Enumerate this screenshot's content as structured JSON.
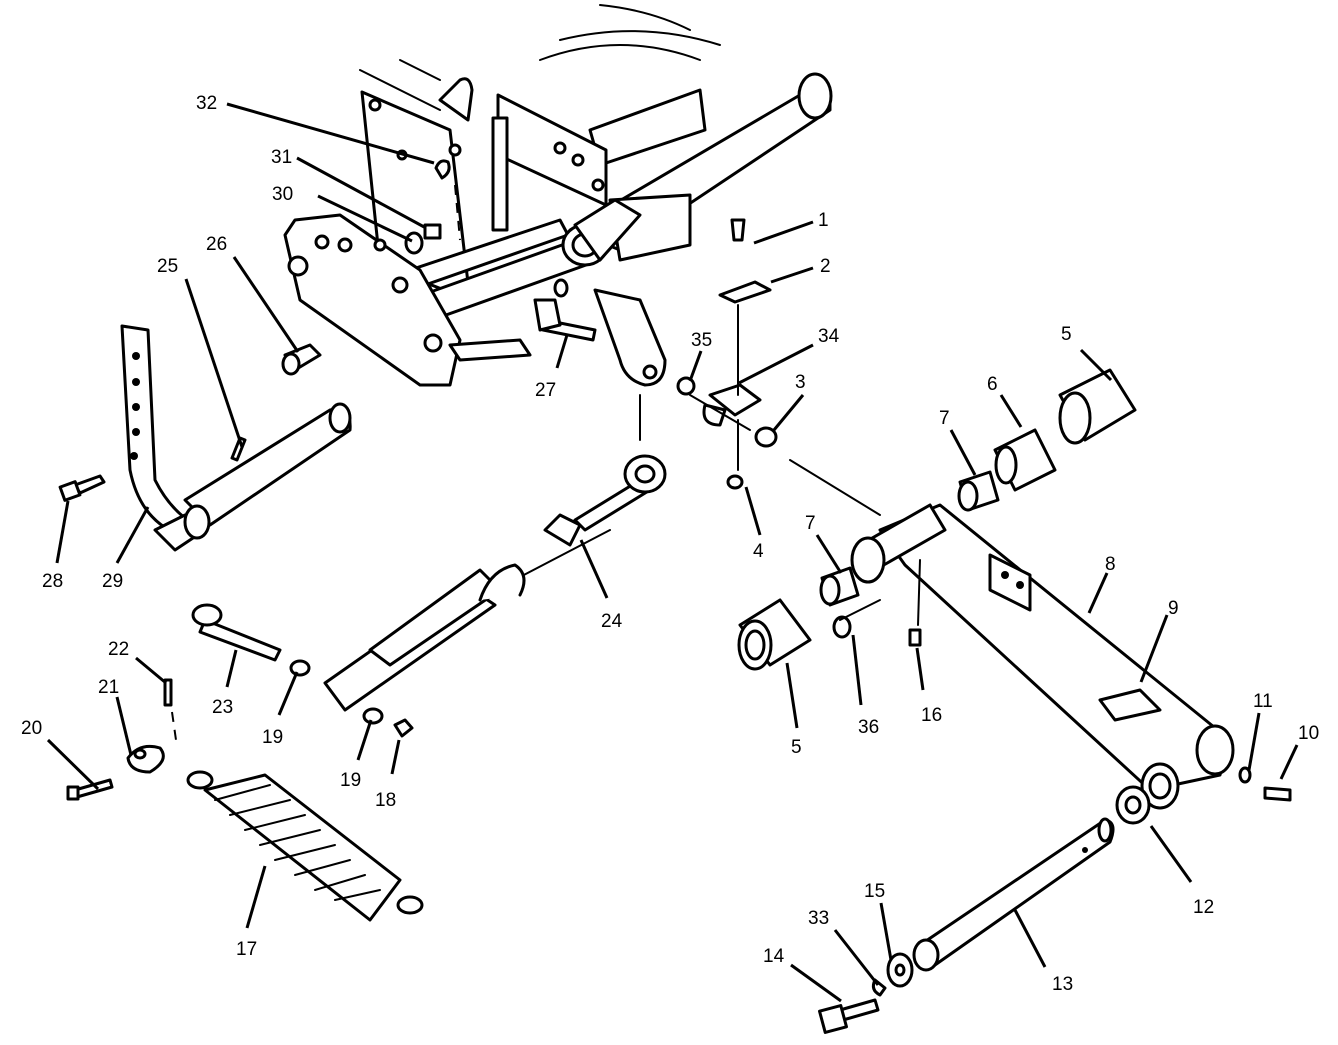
{
  "diagram": {
    "callouts": [
      {
        "id": "c1",
        "text": "1"
      },
      {
        "id": "c2",
        "text": "2"
      },
      {
        "id": "c3",
        "text": "3"
      },
      {
        "id": "c4",
        "text": "4"
      },
      {
        "id": "c5a",
        "text": "5"
      },
      {
        "id": "c5b",
        "text": "5"
      },
      {
        "id": "c6",
        "text": "6"
      },
      {
        "id": "c7a",
        "text": "7"
      },
      {
        "id": "c7b",
        "text": "7"
      },
      {
        "id": "c8",
        "text": "8"
      },
      {
        "id": "c9",
        "text": "9"
      },
      {
        "id": "c10",
        "text": "10"
      },
      {
        "id": "c11",
        "text": "11"
      },
      {
        "id": "c12",
        "text": "12"
      },
      {
        "id": "c13",
        "text": "13"
      },
      {
        "id": "c14",
        "text": "14"
      },
      {
        "id": "c15",
        "text": "15"
      },
      {
        "id": "c16",
        "text": "16"
      },
      {
        "id": "c17",
        "text": "17"
      },
      {
        "id": "c18",
        "text": "18"
      },
      {
        "id": "c19a",
        "text": "19"
      },
      {
        "id": "c19b",
        "text": "19"
      },
      {
        "id": "c20",
        "text": "20"
      },
      {
        "id": "c21",
        "text": "21"
      },
      {
        "id": "c22",
        "text": "22"
      },
      {
        "id": "c23",
        "text": "23"
      },
      {
        "id": "c24",
        "text": "24"
      },
      {
        "id": "c25",
        "text": "25"
      },
      {
        "id": "c26",
        "text": "26"
      },
      {
        "id": "c27",
        "text": "27"
      },
      {
        "id": "c28",
        "text": "28"
      },
      {
        "id": "c29",
        "text": "29"
      },
      {
        "id": "c30",
        "text": "30"
      },
      {
        "id": "c31",
        "text": "31"
      },
      {
        "id": "c32",
        "text": "32"
      },
      {
        "id": "c33",
        "text": "33"
      },
      {
        "id": "c34",
        "text": "34"
      },
      {
        "id": "c35",
        "text": "35"
      },
      {
        "id": "c36",
        "text": "36"
      }
    ]
  },
  "colors": {
    "line": "#000000",
    "background": "#ffffff"
  }
}
